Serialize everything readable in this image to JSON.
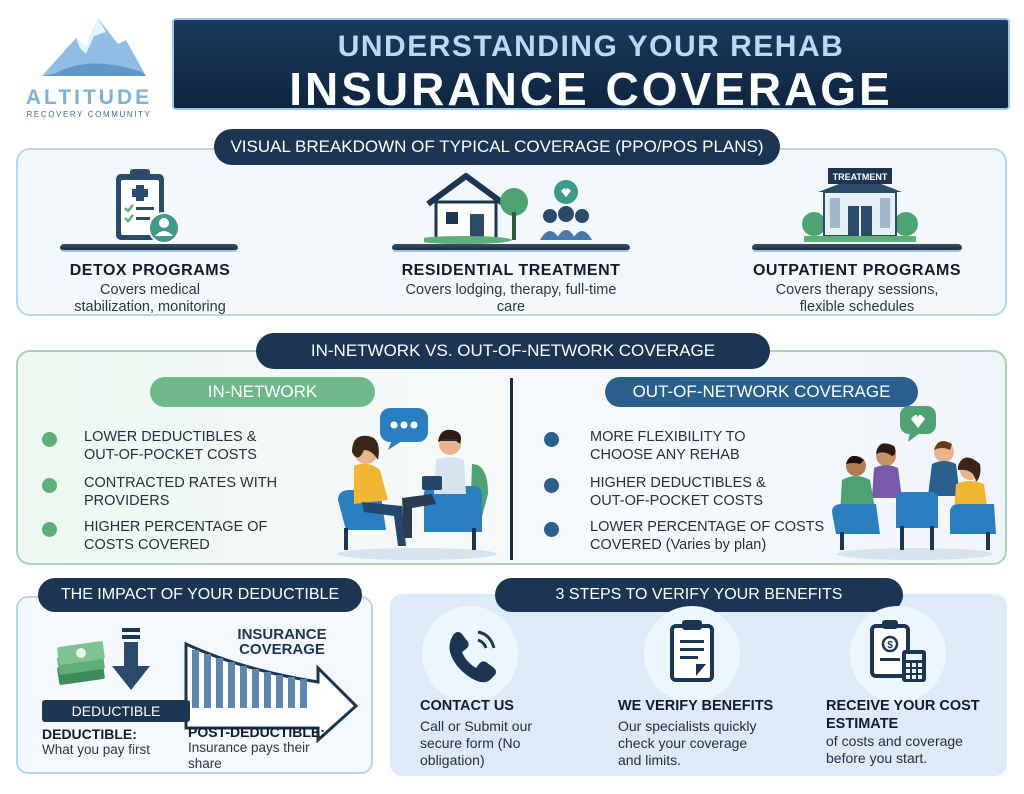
{
  "header": {
    "logo_word": "ALTITUDE",
    "logo_sub": "RECOVERY COMMUNITY",
    "title_line1": "UNDERSTANDING YOUR REHAB",
    "title_line2": "INSURANCE COVERAGE"
  },
  "breakdown": {
    "heading": "VISUAL BREAKDOWN OF TYPICAL COVERAGE (PPO/POS PLANS)",
    "items": [
      {
        "title": "DETOX PROGRAMS",
        "desc_line1": "Covers medical",
        "desc_line2": "stabilization, monitoring",
        "icon": "clipboard-doctor-icon"
      },
      {
        "title": "RESIDENTIAL TREATMENT",
        "desc_line1": "Covers lodging, therapy, full-time",
        "desc_line2": "care",
        "icon": "house-group-icon"
      },
      {
        "title": "OUTPATIENT PROGRAMS",
        "desc_line1": "Covers therapy sessions,",
        "desc_line2": "flexible schedules",
        "icon": "treatment-building-icon",
        "sign_text": "TREATMENT"
      }
    ]
  },
  "network": {
    "heading": "IN-NETWORK VS. OUT-OF-NETWORK COVERAGE",
    "in_label": "IN-NETWORK",
    "out_label": "OUT-OF-NETWORK COVERAGE",
    "in_items": [
      {
        "line1": "LOWER DEDUCTIBLES &",
        "line2": "OUT-OF-POCKET COSTS"
      },
      {
        "line1": "CONTRACTED RATES WITH",
        "line2": "PROVIDERS"
      },
      {
        "line1": "HIGHER PERCENTAGE OF",
        "line2": "COSTS COVERED"
      }
    ],
    "out_items": [
      {
        "line1": "MORE FLEXIBILITY TO",
        "line2": "CHOOSE ANY REHAB"
      },
      {
        "line1": "HIGHER DEDUCTIBLES &",
        "line2": "OUT-OF-POCKET COSTS"
      },
      {
        "line1": "LOWER PERCENTAGE OF COSTS",
        "line2": "COVERED (Varies by plan)"
      }
    ],
    "colors": {
      "in": "#6fb88a",
      "out": "#2a5f8e"
    }
  },
  "deductible": {
    "heading": "THE IMPACT OF YOUR DEDUCTIBLE",
    "coverage_line1": "INSURANCE",
    "coverage_line2": "COVERAGE",
    "bar_label": "DEDUCTIBLE",
    "left_title": "DEDUCTIBLE:",
    "left_desc": "What you pay first",
    "right_title": "POST-DEDUCTIBLE:",
    "right_desc_line1": "Insurance pays their",
    "right_desc_line2": "share"
  },
  "steps": {
    "heading": "3 STEPS TO VERIFY YOUR BENEFITS",
    "items": [
      {
        "title": "CONTACT US",
        "desc": [
          "Call or Submit our",
          "secure form (No",
          "obligation)"
        ],
        "icon": "phone-icon"
      },
      {
        "title": "WE VERIFY BENEFITS",
        "desc": [
          "Our specialists quickly",
          "check your coverage",
          "and limits."
        ],
        "icon": "clipboard-check-icon"
      },
      {
        "title_line1": "RECEIVE YOUR COST",
        "title_line2": "ESTIMATE",
        "desc": [
          "of costs and coverage",
          "before you start."
        ],
        "icon": "calculator-icon"
      }
    ]
  }
}
